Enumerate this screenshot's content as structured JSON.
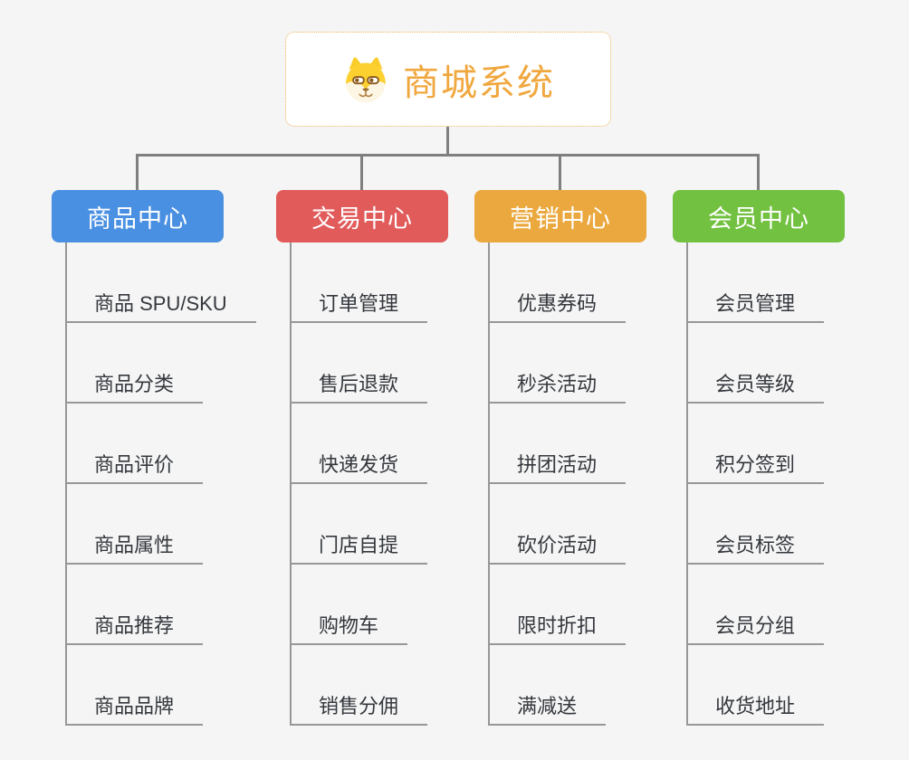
{
  "background_color": "#f5f5f5",
  "connector_color": "#7f7f7f",
  "underline_color": "#979797",
  "item_text_color": "#34383d",
  "root": {
    "title": "商城系统",
    "icon": "shiba-dog-icon",
    "text_color": "#f0a73e",
    "border_color": "#eab257",
    "background": "#ffffff"
  },
  "branches": [
    {
      "label": "商品中心",
      "color": "#4a90e2",
      "items": [
        "商品 SPU/SKU",
        "商品分类",
        "商品评价",
        "商品属性",
        "商品推荐",
        "商品品牌"
      ]
    },
    {
      "label": "交易中心",
      "color": "#e25b5b",
      "items": [
        "订单管理",
        "售后退款",
        "快递发货",
        "门店自提",
        "购物车",
        "销售分佣"
      ]
    },
    {
      "label": "营销中心",
      "color": "#eaa83e",
      "items": [
        "优惠券码",
        "秒杀活动",
        "拼团活动",
        "砍价活动",
        "限时折扣",
        "满减送"
      ]
    },
    {
      "label": "会员中心",
      "color": "#72c140",
      "items": [
        "会员管理",
        "会员等级",
        "积分签到",
        "会员标签",
        "会员分组",
        "收货地址"
      ]
    }
  ]
}
